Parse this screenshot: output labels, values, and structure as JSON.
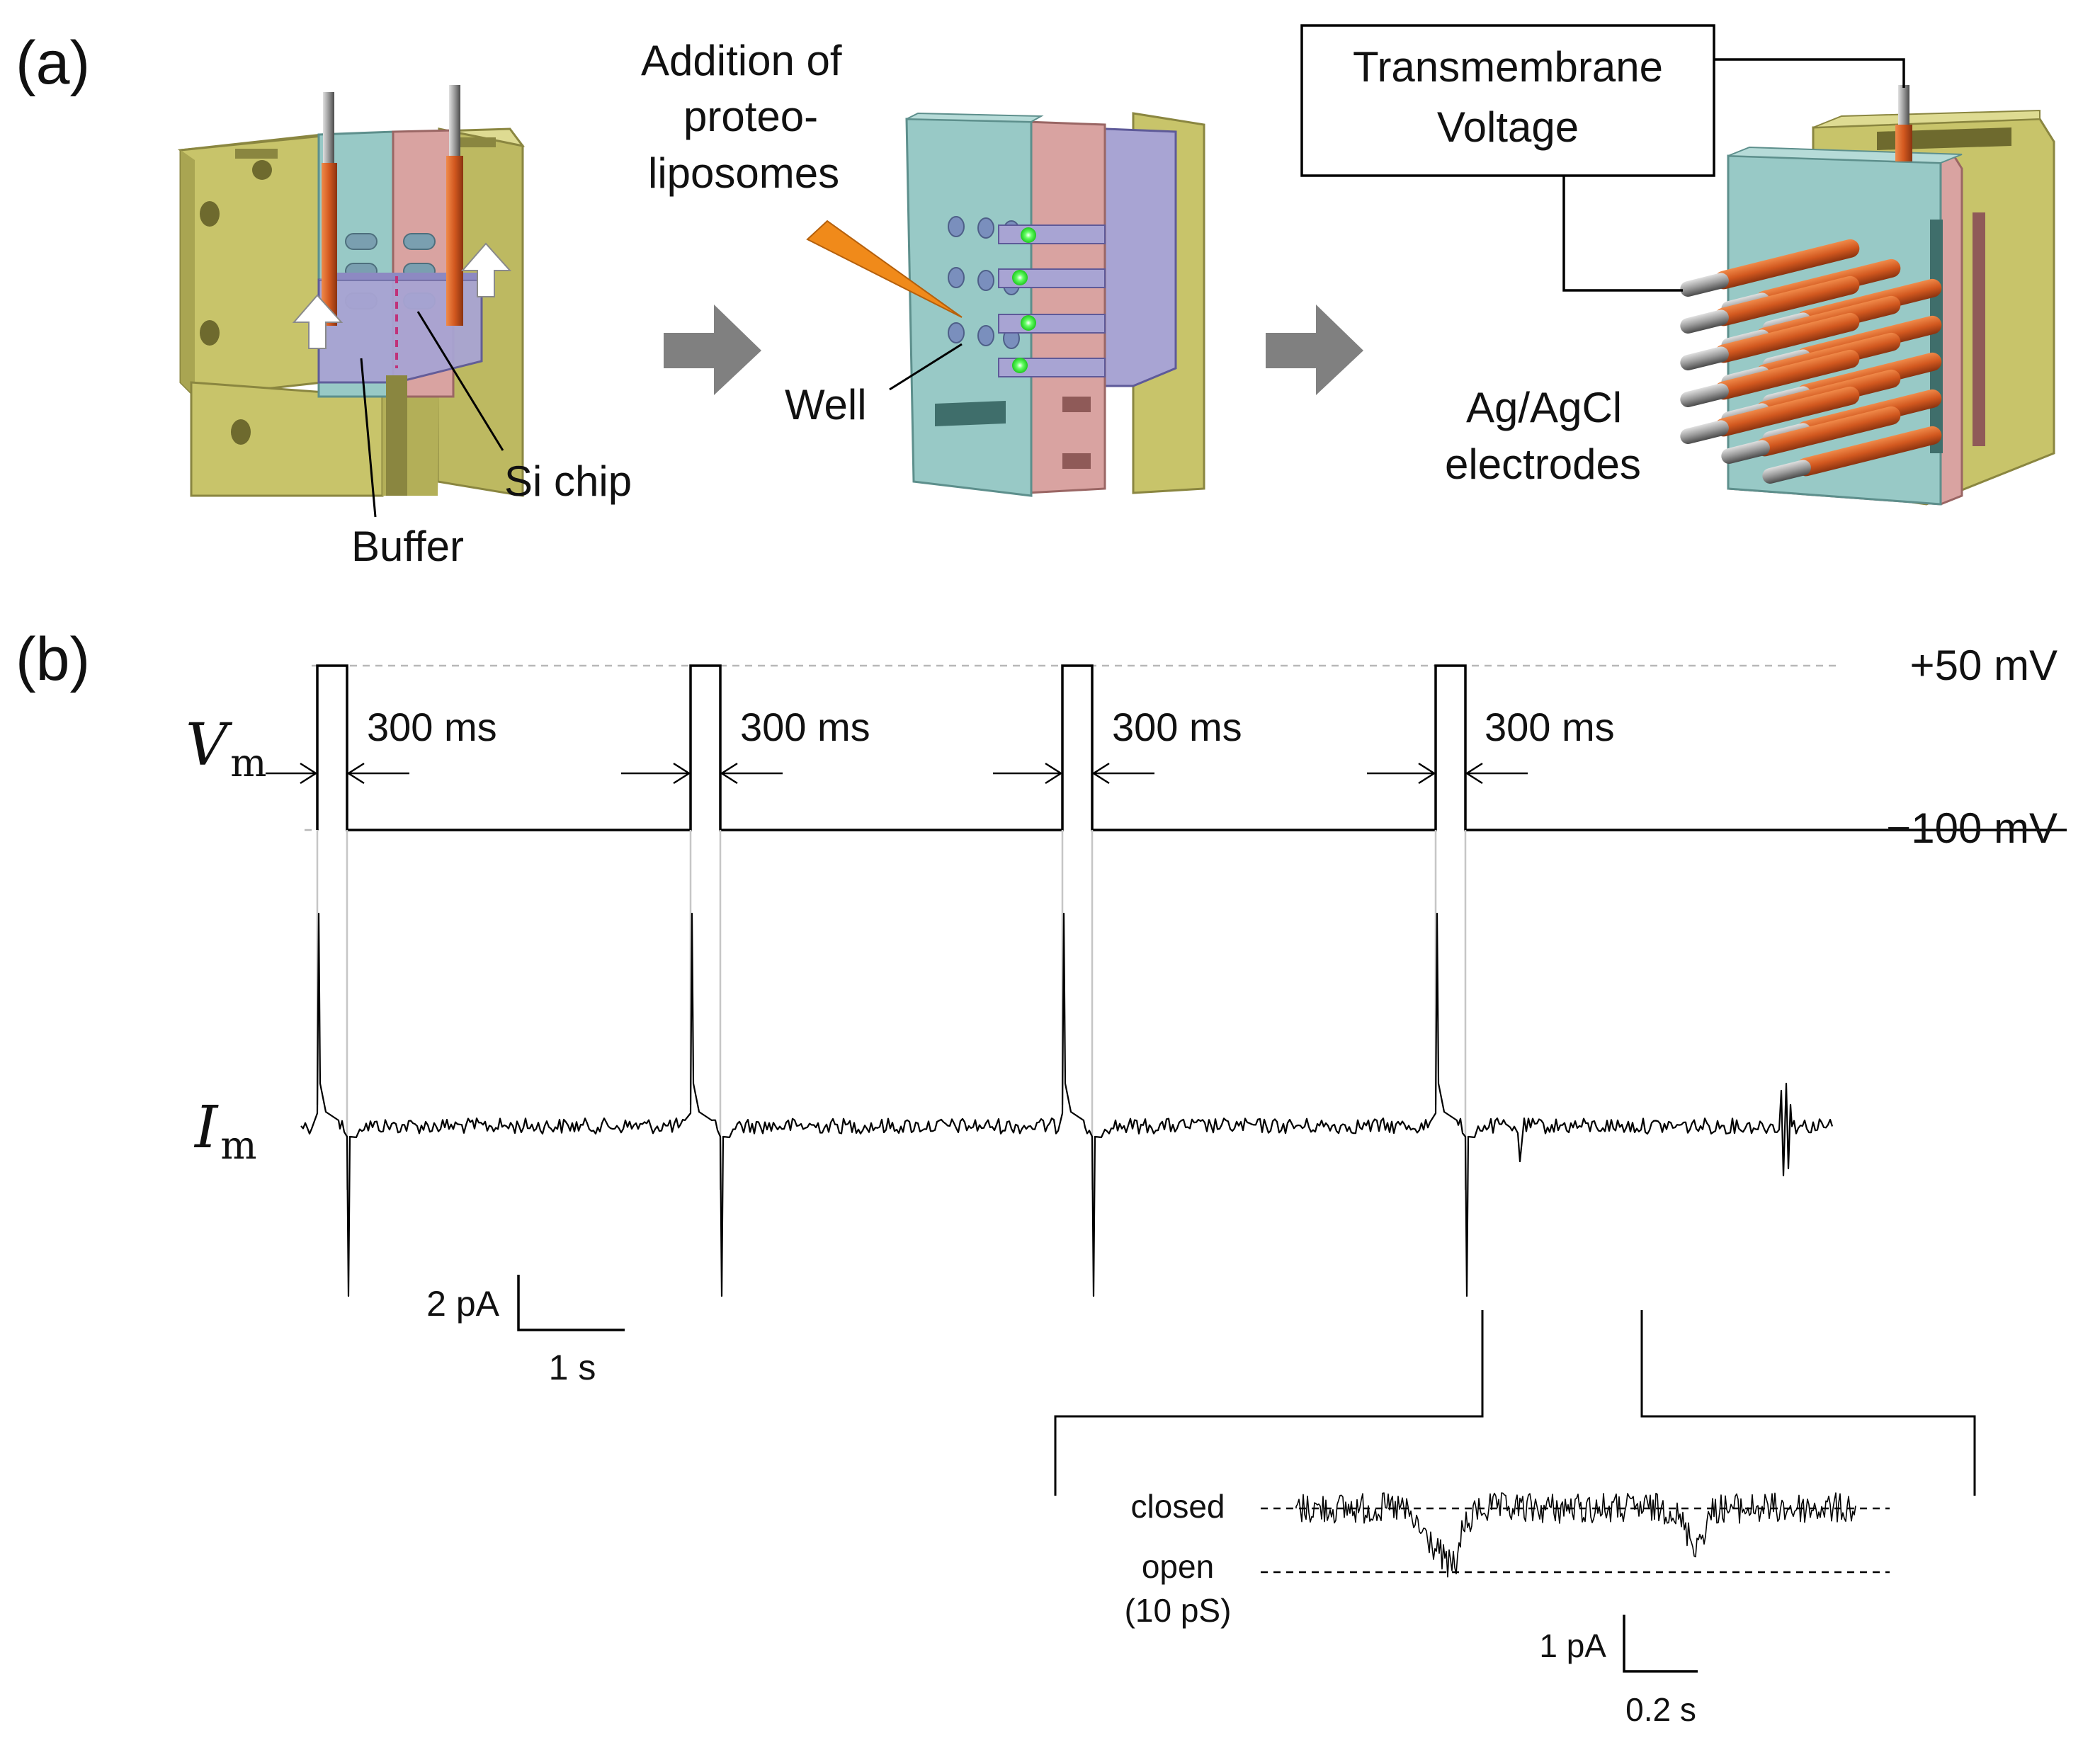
{
  "panel_a": {
    "label": "(a)",
    "step1": {
      "buffer": "Buffer",
      "si_chip": "Si chip"
    },
    "step2": {
      "addition": [
        "Addition of",
        "proteo-",
        "liposomes"
      ],
      "well": "Well"
    },
    "step3": {
      "voltage_box": [
        "Transmembrane",
        "Voltage"
      ],
      "electrodes": [
        "Ag/AgCl",
        "electrodes"
      ]
    },
    "colors": {
      "holder": "#c8c46a",
      "cyan_plate": "#98c9c6",
      "pink_plate": "#d9a3a1",
      "buffer": "#a8a4d3",
      "electrode": "#d2581f",
      "tip": "#f08a1a",
      "dot": "#44ff44"
    }
  },
  "panel_b": {
    "label": "(b)",
    "vm_label": "V",
    "vm_sub": "m",
    "im_label": "I",
    "im_sub": "m",
    "pulse_width_label": "300 ms",
    "level_high": "+50 mV",
    "level_low": "−100 mV",
    "scale_main": {
      "y": "2 pA",
      "x": "1 s"
    },
    "inset": {
      "closed": "closed",
      "open": "open",
      "open_g": "(10 pS)",
      "scale_y": "1 pA",
      "scale_x": "0.2 s"
    }
  }
}
